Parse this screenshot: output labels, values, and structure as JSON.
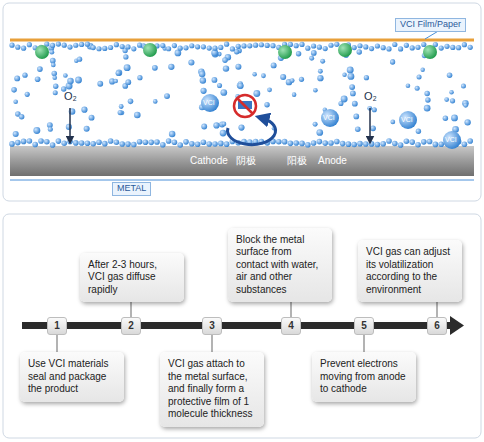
{
  "diagram": {
    "nodes": [
      {
        "text": [
          "1"
        ]
      },
      {
        "text": [
          "Use VCI materials seal and package the product"
        ]
      },
      {
        "text": [
          "2"
        ]
      },
      {
        "text": [
          "After 2-3 hours, VCI gas diffuse rapidly"
        ]
      },
      {
        "text": [
          "3"
        ]
      },
      {
        "text": [
          "VCI gas attach to the metal surface, and finally form a protective film of 1 molecule thickness"
        ]
      },
      {
        "text": [
          "4"
        ]
      },
      {
        "text": [
          "Block the metal surface from contact with water, air and other substances"
        ]
      },
      {
        "text": [
          "5"
        ]
      },
      {
        "text": [
          "Prevent electrons moving from anode to cathode"
        ]
      },
      {
        "text": [
          "6"
        ]
      },
      {
        "text": [
          "VCI gas can adjust its volatilization according to the environment"
        ]
      }
    ],
    "edges": [
      {
        "from": 0,
        "to": 1,
        "arrow": "none"
      },
      {
        "from": 2,
        "to": 3,
        "arrow": "none"
      },
      {
        "from": 4,
        "to": 5,
        "arrow": "none"
      },
      {
        "from": 6,
        "to": 7,
        "arrow": "none"
      },
      {
        "from": 8,
        "to": 9,
        "arrow": "none"
      },
      {
        "from": 10,
        "to": 11,
        "arrow": "none"
      }
    ],
    "labels": [
      "VCI Film/Paper",
      "O₂",
      "O₂",
      "VCI",
      "VCI",
      "VCI",
      "VCI",
      "Cathode",
      "阴极",
      "阳极",
      "Anode",
      "METAL"
    ]
  }
}
